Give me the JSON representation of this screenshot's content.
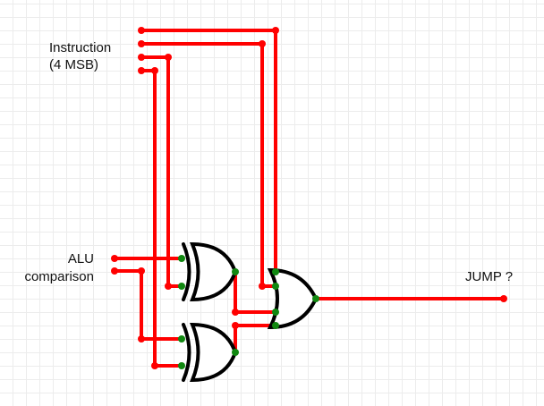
{
  "labels": {
    "instruction_line1": "Instruction",
    "instruction_line2": "(4 MSB)",
    "alu_line1": "ALU",
    "alu_line2": "comparison",
    "output": "JUMP ?"
  },
  "gates": [
    {
      "id": "xor-1",
      "type": "XOR"
    },
    {
      "id": "xor-2",
      "type": "XOR"
    },
    {
      "id": "or-1",
      "type": "OR"
    }
  ],
  "colors": {
    "wire": "#ff0000",
    "pin": "#118811",
    "gate": "#000000",
    "grid": "#ececec"
  }
}
